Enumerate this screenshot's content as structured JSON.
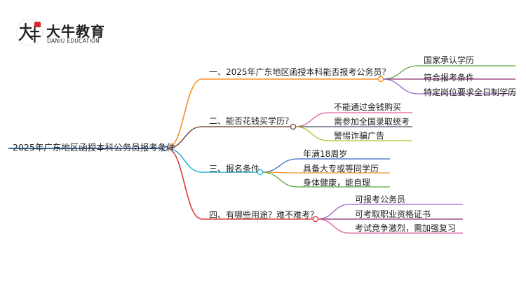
{
  "brand": {
    "name": "大牛教育",
    "subtitle": "DANIU EDUCATION"
  },
  "mindmap": {
    "root": "2025年广东地区函授本科公务员报考条件",
    "branches": [
      {
        "label": "一、2025年广东地区函授本科能否报考公务员？",
        "color": "#f5922b",
        "children": [
          {
            "label": "国家承认学历",
            "color": "#56a635"
          },
          {
            "label": "符合报考条件",
            "color": "#8c2f6b"
          },
          {
            "label": "特定岗位要求全日制学历",
            "color": "#9a63c4"
          }
        ]
      },
      {
        "label": "二、能否花钱买学历？",
        "color": "#7d5248",
        "children": [
          {
            "label": "不能通过金钱购买",
            "color": "#e0609e"
          },
          {
            "label": "需参加全国录取统考",
            "color": "#4b5566"
          },
          {
            "label": "警惕诈骗广告",
            "color": "#b5c22f"
          }
        ]
      },
      {
        "label": "三、报名条件",
        "color": "#2cb6d6",
        "children": [
          {
            "label": "年满18周岁",
            "color": "#3b63c8"
          },
          {
            "label": "具备大专或等同学历",
            "color": "#f5922b"
          },
          {
            "label": "身体健康，能自理",
            "color": "#56a635"
          }
        ]
      },
      {
        "label": "四、有哪些用途？难不难考？",
        "color": "#d6403b",
        "children": [
          {
            "label": "可报考公务员",
            "color": "#9a63c4"
          },
          {
            "label": "可考取职业资格证书",
            "color": "#8c2f6b"
          },
          {
            "label": "考试竞争激烈，需加强复习",
            "color": "#e0609e"
          }
        ]
      }
    ]
  }
}
